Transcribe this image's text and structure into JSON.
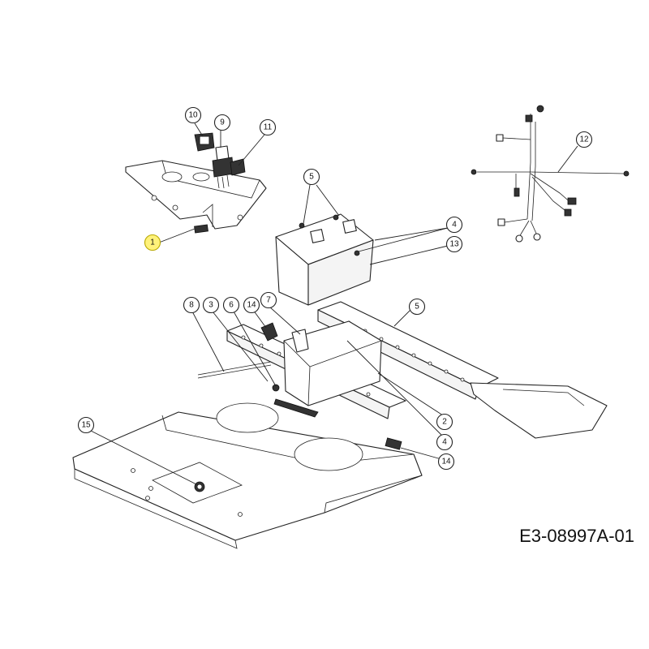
{
  "diagram_code": "E3-08997A-01",
  "callouts": [
    "1",
    "2",
    "3",
    "4",
    "4",
    "5",
    "5",
    "6",
    "7",
    "8",
    "9",
    "10",
    "11",
    "12",
    "13",
    "14",
    "14",
    "15"
  ],
  "colors": {
    "line": "#222222",
    "highlight": "#fff27a"
  }
}
